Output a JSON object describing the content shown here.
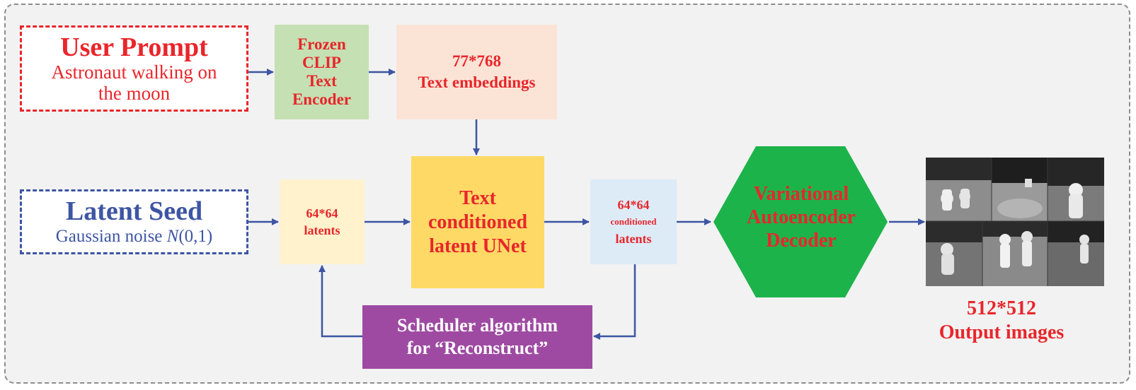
{
  "user_prompt": {
    "title": "User Prompt",
    "line1": "Astronaut walking on",
    "line2": "the moon"
  },
  "latent_seed": {
    "title": "Latent Seed",
    "text_prefix": "Gaussian noise ",
    "text_var": "N",
    "text_suffix": "(0,1)"
  },
  "clip_encoder": {
    "line1": "Frozen",
    "line2": "CLIP",
    "line3": "Text",
    "line4": "Encoder"
  },
  "text_embeddings": {
    "line1": "77*768",
    "line2": "Text embeddings"
  },
  "latents": {
    "line1": "64*64",
    "line2": "latents"
  },
  "unet": {
    "line1": "Text",
    "line2": "conditioned",
    "line3": "latent UNet"
  },
  "conditioned_latents": {
    "line1": "64*64",
    "line2": "conditioned",
    "line3": "latents"
  },
  "scheduler": {
    "line1": "Scheduler algorithm",
    "line2": "for “Reconstruct”"
  },
  "vae": {
    "line1": "Variational",
    "line2": "Autoencoder",
    "line3": "Decoder"
  },
  "output": {
    "line1": "512*512",
    "line2": "Output images"
  },
  "colors": {
    "red": "#e8262b",
    "blue": "#3d55a3",
    "arrow": "#3d55a3",
    "clip": "#c5e0b3",
    "embeddings": "#fbe4d6",
    "latents": "#fff2cc",
    "unet": "#ffd966",
    "conditioned": "#ddebf7",
    "scheduler": "#9e4aa2",
    "vae": "#1db34b"
  }
}
